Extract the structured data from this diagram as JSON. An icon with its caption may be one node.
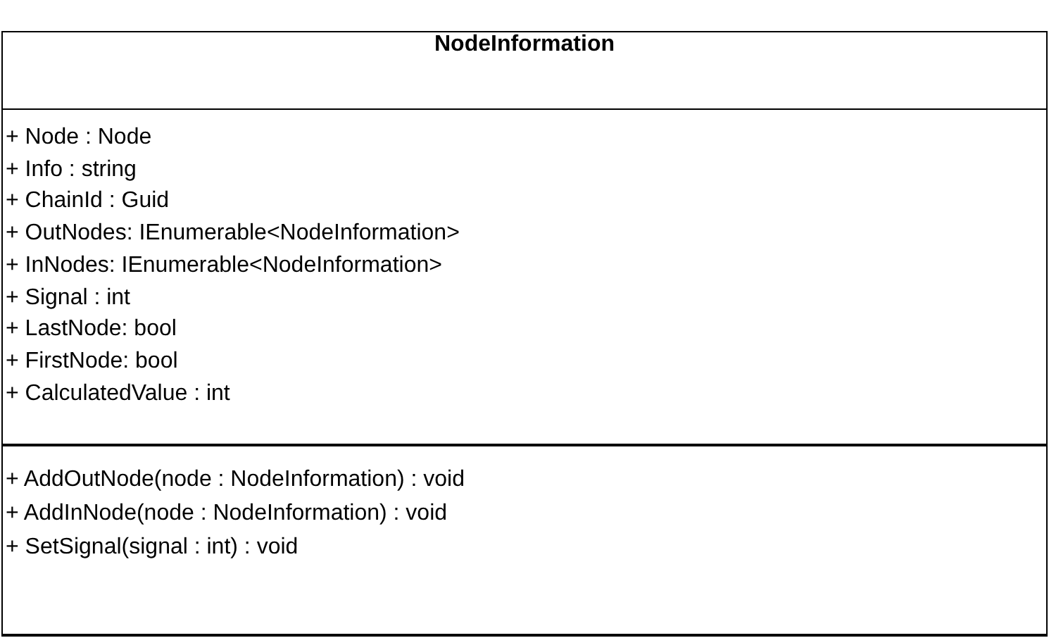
{
  "diagram": {
    "nodes": [
      {
        "text": [
          "NodeInformation"
        ]
      },
      {
        "text": [
          "+ Node : Node",
          "+ Info : string",
          "+ ChainId : Guid",
          "+ OutNodes: IEnumerable<NodeInformation>",
          "+ InNodes: IEnumerable<NodeInformation>",
          "+ Signal : int",
          "+ LastNode: bool",
          "+ FirstNode: bool",
          "+ CalculatedValue : int"
        ],
        "in": 0
      },
      {
        "text": [
          "+ AddOutNode(node : NodeInformation) : void",
          "+ AddInNode(node : NodeInformation) : void",
          "+ SetSignal(signal : int) : void"
        ],
        "in": 0
      }
    ]
  }
}
